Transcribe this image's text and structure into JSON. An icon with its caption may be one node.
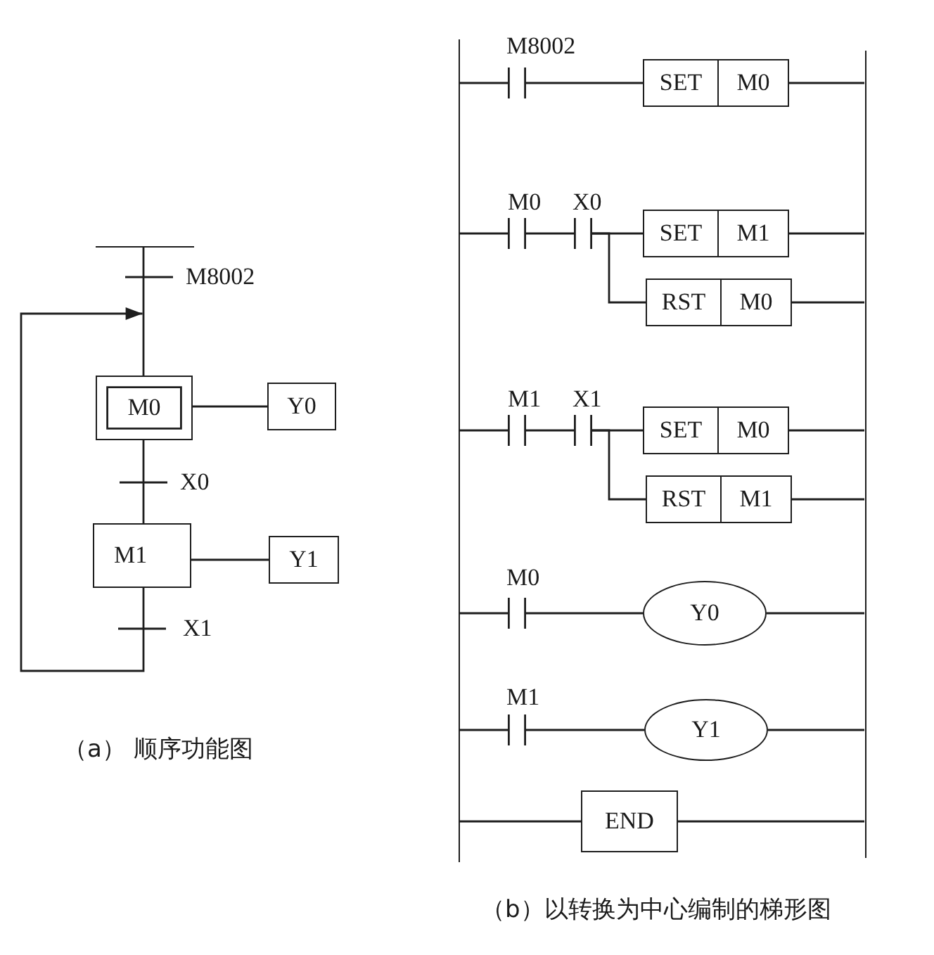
{
  "diagram": {
    "nodes": [
      {
        "text": [],
        "shape": "bar"
      },
      {
        "text": [
          "M0"
        ]
      },
      {
        "text": [
          "Y0"
        ]
      },
      {
        "text": [
          "M1"
        ]
      },
      {
        "text": [
          "Y1"
        ]
      },
      {
        "text": [],
        "shape": "bar"
      },
      {
        "text": [],
        "shape": "bar"
      },
      {
        "text": [],
        "shape": "contact",
        "beside": [
          "M8002"
        ]
      },
      {
        "text": [
          "SET",
          "M0"
        ]
      },
      {
        "text": [],
        "shape": "contact",
        "beside": [
          "M0"
        ]
      },
      {
        "text": [],
        "shape": "contact",
        "beside": [
          "X0"
        ]
      },
      {
        "text": [
          "SET",
          "M1"
        ]
      },
      {
        "text": [
          "RST",
          "M0"
        ]
      },
      {
        "text": [],
        "shape": "contact",
        "beside": [
          "M1"
        ]
      },
      {
        "text": [],
        "shape": "contact",
        "beside": [
          "X1"
        ]
      },
      {
        "text": [
          "SET",
          "M0"
        ]
      },
      {
        "text": [
          "RST",
          "M1"
        ]
      },
      {
        "text": [],
        "shape": "contact",
        "beside": [
          "M0"
        ]
      },
      {
        "text": [
          "Y0"
        ]
      },
      {
        "text": [],
        "shape": "contact",
        "beside": [
          "M1"
        ]
      },
      {
        "text": [
          "Y1"
        ]
      },
      {
        "text": [
          "END"
        ]
      }
    ],
    "edges": [
      {
        "from": 0,
        "to": 1,
        "arrow": "none",
        "label": "M8002"
      },
      {
        "from": 1,
        "to": 2,
        "arrow": "none"
      },
      {
        "from": 1,
        "to": 3,
        "arrow": "none",
        "label": "X0"
      },
      {
        "from": 3,
        "to": 4,
        "arrow": "none"
      },
      {
        "from": 3,
        "to": null,
        "arrow": "to",
        "label": "X1"
      },
      {
        "from": 5,
        "to": 7,
        "arrow": "none"
      },
      {
        "from": 7,
        "to": 8,
        "arrow": "none"
      },
      {
        "from": 8,
        "to": 6,
        "arrow": "none"
      },
      {
        "from": 5,
        "to": 9,
        "arrow": "none"
      },
      {
        "from": 9,
        "to": 10,
        "arrow": "none"
      },
      {
        "from": 10,
        "to": 11,
        "arrow": "none"
      },
      {
        "from": 10,
        "to": 12,
        "arrow": "none"
      },
      {
        "from": 11,
        "to": 6,
        "arrow": "none"
      },
      {
        "from": 12,
        "to": 6,
        "arrow": "none"
      },
      {
        "from": 5,
        "to": 13,
        "arrow": "none"
      },
      {
        "from": 13,
        "to": 14,
        "arrow": "none"
      },
      {
        "from": 14,
        "to": 15,
        "arrow": "none"
      },
      {
        "from": 14,
        "to": 16,
        "arrow": "none"
      },
      {
        "from": 15,
        "to": 6,
        "arrow": "none"
      },
      {
        "from": 16,
        "to": 6,
        "arrow": "none"
      },
      {
        "from": 5,
        "to": 17,
        "arrow": "none"
      },
      {
        "from": 17,
        "to": 18,
        "arrow": "none"
      },
      {
        "from": 18,
        "to": 6,
        "arrow": "none"
      },
      {
        "from": 5,
        "to": 19,
        "arrow": "none"
      },
      {
        "from": 19,
        "to": 20,
        "arrow": "none"
      },
      {
        "from": 20,
        "to": 6,
        "arrow": "none"
      },
      {
        "from": 5,
        "to": 21,
        "arrow": "none"
      },
      {
        "from": 21,
        "to": 6,
        "arrow": "none"
      }
    ],
    "labels": [
      "（a） 顺序功能图",
      "（b）以转换为中心编制的梯形图"
    ]
  }
}
